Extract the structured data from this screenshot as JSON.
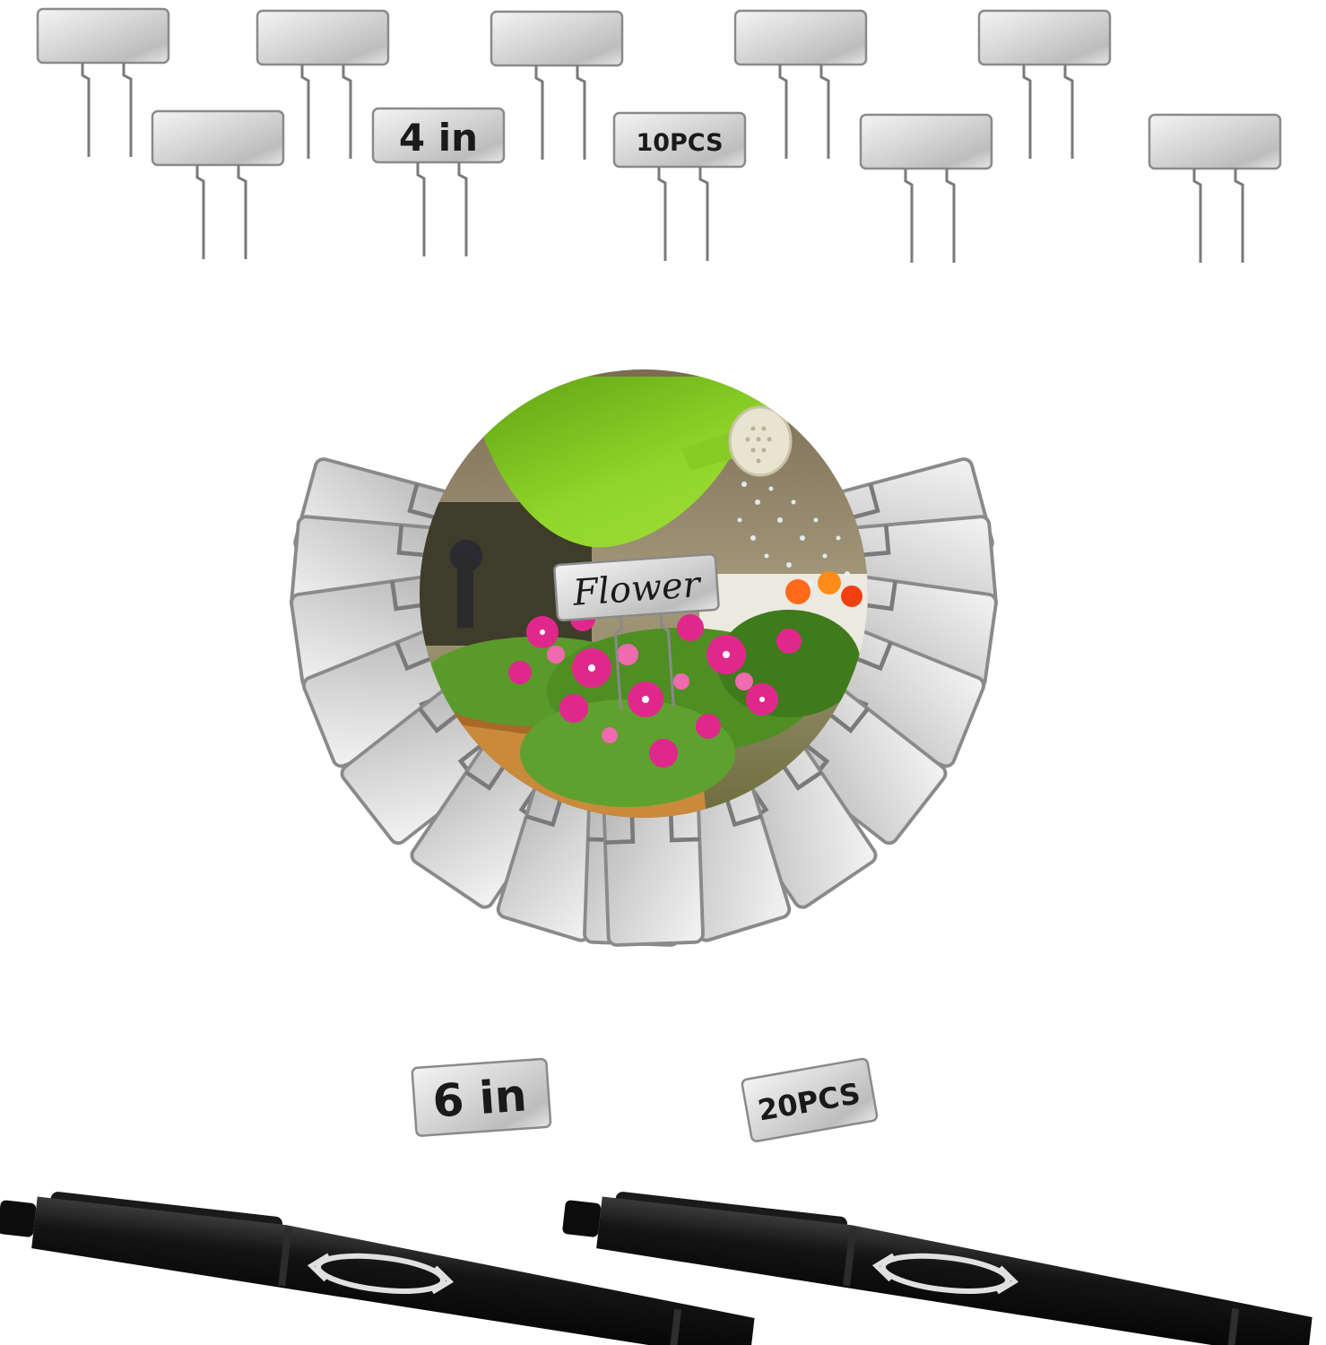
{
  "labels": {
    "top_small_size": "4 in",
    "top_small_count": "10PCS",
    "bottom_large_size": "6 in",
    "bottom_large_count": "20PCS",
    "center_marker_word": "Flower"
  },
  "colors": {
    "background": "#ffffff",
    "plate_light": "#eaeaea",
    "plate_dark": "#a8a8a8",
    "wire": "#7a7a7a",
    "marker_body": "#141414",
    "watering_can": "#7cc520",
    "planter_wood": "#c98a3c",
    "petal_pink": "#e0288c"
  },
  "items": {
    "top_stakes_count": 10,
    "fan_stakes_count": 20,
    "markers_count": 2
  }
}
